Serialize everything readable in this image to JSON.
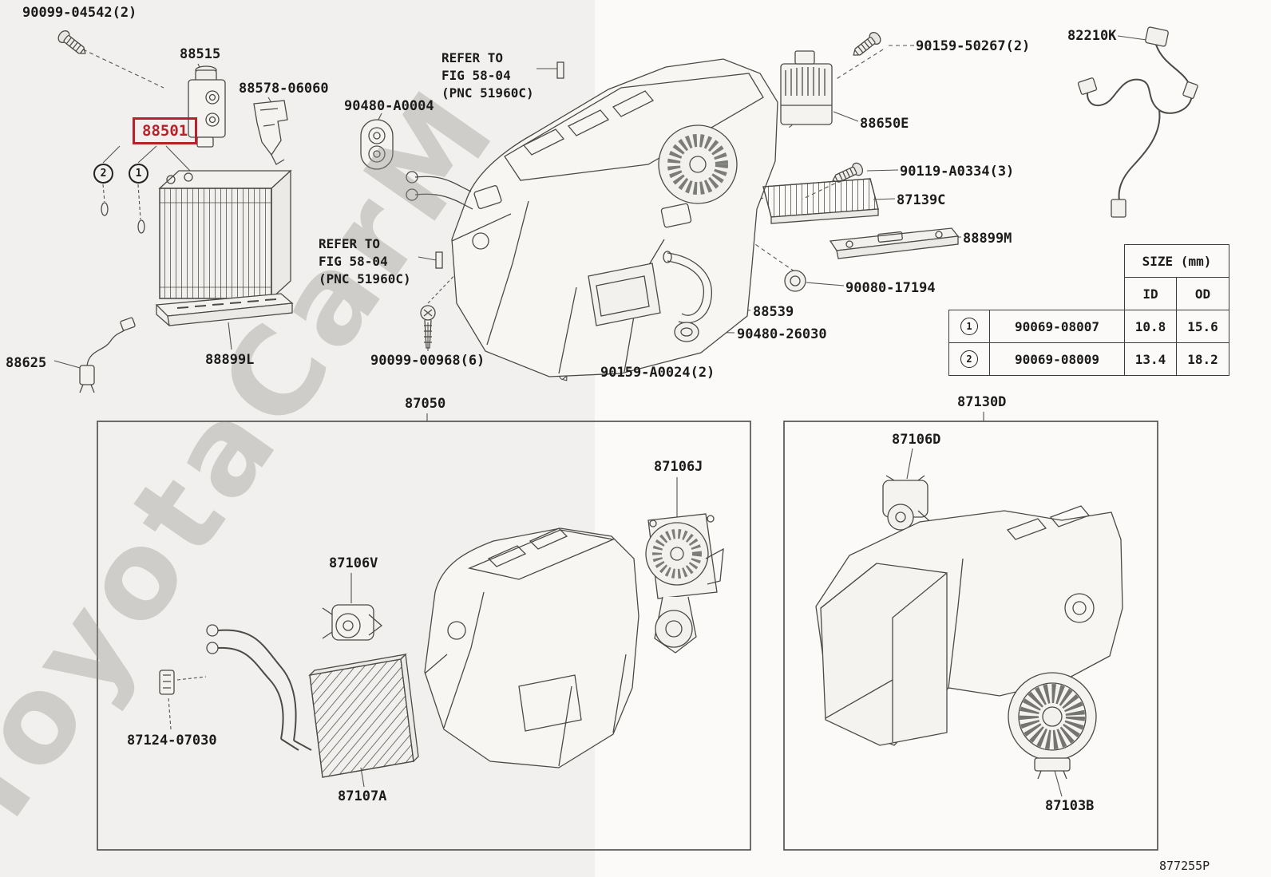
{
  "watermark": "ToyotaCarM",
  "doc_code": "877255P",
  "callouts": {
    "c1": "1",
    "c2": "2"
  },
  "notes": {
    "refer1": {
      "line1": "REFER TO",
      "line2": "FIG 58-04",
      "line3": "(PNC 51960C)"
    },
    "refer2": {
      "line1": "REFER TO",
      "line2": "FIG 58-04",
      "line3": "(PNC 51960C)"
    }
  },
  "labels": {
    "l90099_04542": "90099-04542(2)",
    "l88515": "88515",
    "l88578": "88578-06060",
    "l90480_a0004": "90480-A0004",
    "l88501": "88501",
    "l88625": "88625",
    "l88899l": "88899L",
    "l90099_00968": "90099-00968(6)",
    "l87050": "87050",
    "l90159_50267": "90159-50267(2)",
    "l88650e": "88650E",
    "l90119_a0334": "90119-A0334(3)",
    "l87139c": "87139C",
    "l88899m": "88899M",
    "l90080_17194": "90080-17194",
    "l88539": "88539",
    "l90480_26030": "90480-26030",
    "l90159_a0024": "90159-A0024(2)",
    "l82210k": "82210K",
    "l87130d": "87130D",
    "l87106d": "87106D",
    "l87106j": "87106J",
    "l87106v": "87106V",
    "l87124_07030": "87124-07030",
    "l87107a": "87107A",
    "l87103b": "87103B"
  },
  "size_table": {
    "title": "SIZE (mm)",
    "col_id": "ID",
    "col_od": "OD",
    "rows": [
      {
        "callout": "1",
        "part": "90069-08007",
        "id": "10.8",
        "od": "15.6"
      },
      {
        "callout": "2",
        "part": "90069-08009",
        "id": "13.4",
        "od": "18.2"
      }
    ]
  }
}
